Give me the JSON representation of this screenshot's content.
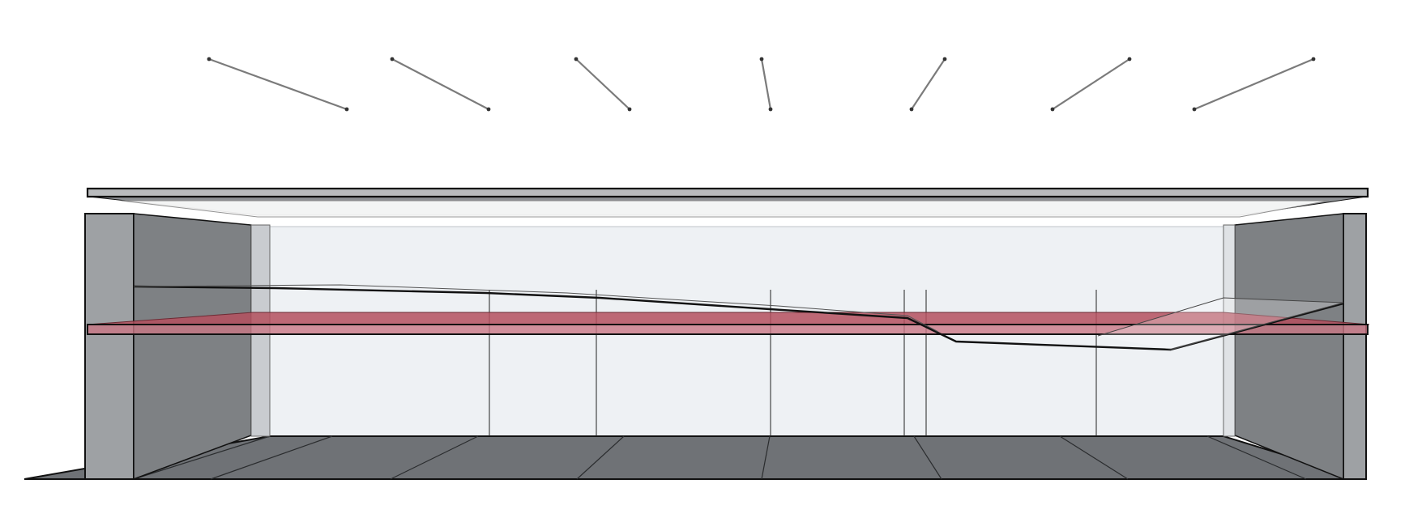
{
  "diagram": {
    "kind": "architectural-section",
    "sun_ray_count": 7,
    "interior_panel_count": 6,
    "floor_seam_count": 8,
    "colors": {
      "background": "#ffffff",
      "outline": "#111111",
      "roof_fill": "#b9bbbd",
      "roof_underside": "#8e9194",
      "wall_fill": "#9ea1a4",
      "wall_dark": "#7e8184",
      "glass_fill": "#eef1f4",
      "mezzanine_fill": "#b4505e",
      "mezzanine_tint": "#c97784",
      "floor_fill": "#6f7276",
      "sun_ray": "#7b7b7b"
    }
  }
}
